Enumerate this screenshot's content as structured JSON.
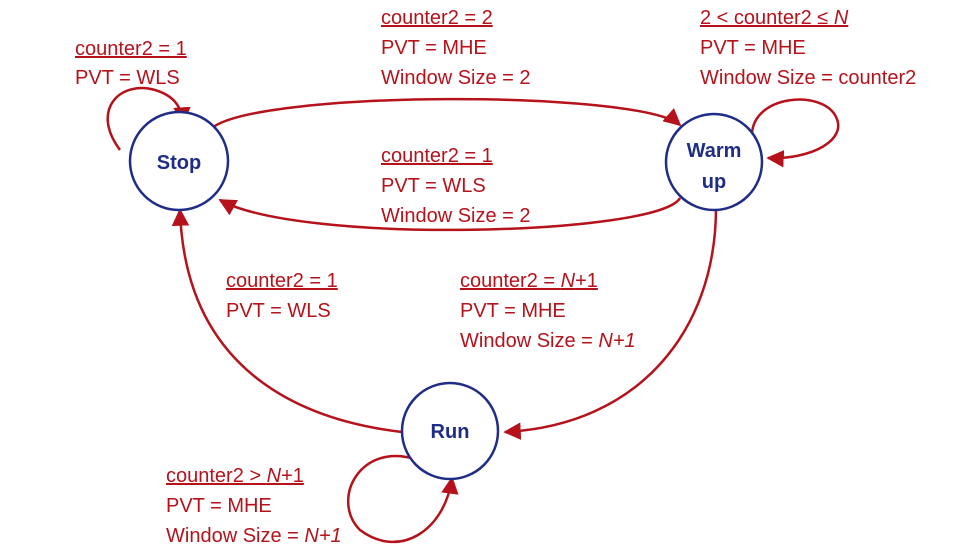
{
  "colors": {
    "node_stroke": "#1f2d86",
    "node_text": "#1f2d86",
    "edge": "#b5121b",
    "label": "#b5121b"
  },
  "states": {
    "stop": "Stop",
    "warmup_line1": "Warm",
    "warmup_line2": "up",
    "run": "Run"
  },
  "transitions": {
    "stop_self": {
      "condition": "counter2 = 1",
      "pvt": "PVT = WLS"
    },
    "stop_to_warmup": {
      "condition": "counter2 = 2",
      "pvt": "PVT = MHE",
      "window": "Window Size = 2"
    },
    "warmup_self": {
      "cond_prefix": "2 < counter2 ≤ ",
      "cond_var": "N",
      "pvt": "PVT = MHE",
      "window": "Window Size = counter2"
    },
    "warmup_to_stop": {
      "condition": "counter2 = 1",
      "pvt": "PVT = WLS",
      "window": "Window Size = 2"
    },
    "run_to_stop": {
      "condition": "counter2 = 1",
      "pvt": "PVT = WLS"
    },
    "warmup_to_run": {
      "cond_prefix": "counter2 = ",
      "cond_var": "N",
      "cond_suffix": "+1",
      "pvt": "PVT = MHE",
      "win_prefix": "Window Size = ",
      "win_var": "N+1"
    },
    "run_self": {
      "cond_prefix": "counter2 > ",
      "cond_var": "N",
      "cond_suffix": "+1",
      "pvt": "PVT = MHE",
      "win_prefix": "Window Size = ",
      "win_var": "N+1"
    }
  }
}
